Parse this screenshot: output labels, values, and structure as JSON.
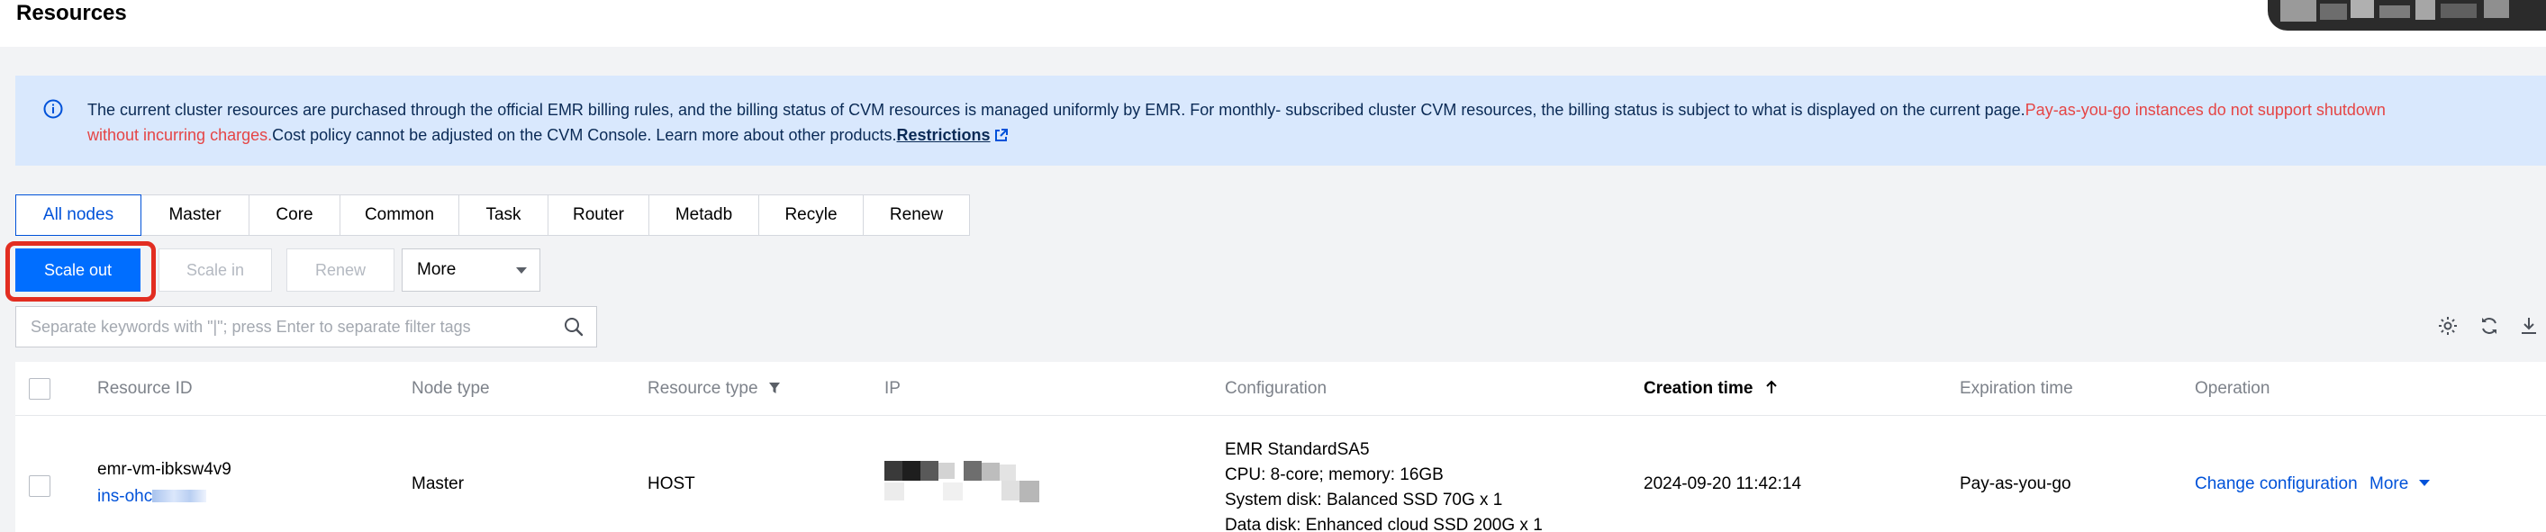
{
  "header": {
    "title": "Resources"
  },
  "alert": {
    "text_main": "The current cluster resources are purchased through the official EMR billing rules, and the billing status of CVM resources is managed uniformly by EMR. For monthly- subscribed cluster CVM resources, the billing status is subject to what is displayed on the current page.",
    "text_danger_1": "Pay-as-you-go instances do not support shutdown",
    "text_danger_2": "without incurring charges.",
    "text_tail": "Cost policy cannot be adjusted on the CVM Console. Learn more about other products.",
    "link_label": "Restrictions"
  },
  "tabs": [
    {
      "label": "All nodes",
      "active": true
    },
    {
      "label": "Master"
    },
    {
      "label": "Core"
    },
    {
      "label": "Common"
    },
    {
      "label": "Task"
    },
    {
      "label": "Router"
    },
    {
      "label": "Metadb"
    },
    {
      "label": "Recyle"
    },
    {
      "label": "Renew"
    }
  ],
  "toolbar": {
    "scale_out": "Scale out",
    "scale_in": "Scale in",
    "renew": "Renew",
    "more": "More"
  },
  "search": {
    "placeholder": "Separate keywords with \"|\"; press Enter to separate filter tags"
  },
  "table": {
    "columns": {
      "resource_id": "Resource ID",
      "node_type": "Node type",
      "resource_type": "Resource type",
      "ip": "IP",
      "configuration": "Configuration",
      "creation_time": "Creation time",
      "expiration_time": "Expiration time",
      "operation": "Operation"
    },
    "rows": [
      {
        "resource_id": "emr-vm-ibksw4v9",
        "instance_id": "ins-ohc",
        "node_type": "Master",
        "resource_type": "HOST",
        "config": [
          "EMR StandardSA5",
          "CPU: 8-core; memory: 16GB",
          "System disk: Balanced SSD 70G x 1",
          "Data disk: Enhanced cloud SSD 200G x 1"
        ],
        "creation_time": "2024-09-20 11:42:14",
        "expiration_time": "Pay-as-you-go",
        "op_change": "Change configuration",
        "op_more": "More"
      }
    ]
  },
  "colors": {
    "accent": "#006eff",
    "link": "#0052d9",
    "danger": "#e54545",
    "highlight": "#e22d21",
    "alert_bg": "#d9e8fd"
  }
}
